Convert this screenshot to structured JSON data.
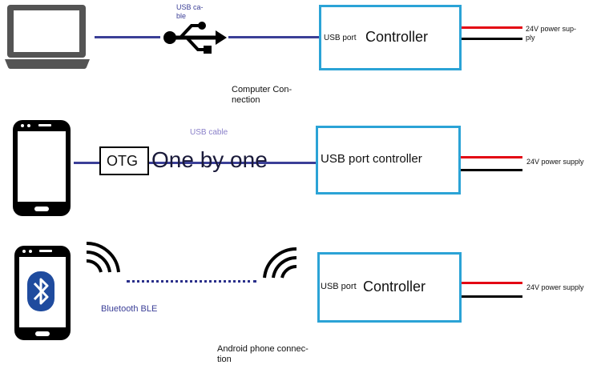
{
  "row1": {
    "cable_label": "USB ca-\nble",
    "port_label": "USB port",
    "controller_label": "Controller",
    "power_label": "24V power sup-\nply",
    "caption": "Computer Con-\nnection"
  },
  "row2": {
    "cable_label": "USB cable",
    "otg_label": "OTG",
    "overlay_text": "One by one",
    "controller_label": "USB port controller",
    "power_label": "24V power supply"
  },
  "row3": {
    "ble_label": "Bluetooth BLE",
    "port_label": "USB port",
    "controller_label": "Controller",
    "power_label": "24V power supply",
    "caption": "Android phone connec-\ntion"
  },
  "icons": {
    "laptop": "laptop-icon",
    "usb": "usb-icon",
    "phone": "smartphone-icon",
    "bluetooth": "bluetooth-icon",
    "wireless": "wireless-signal-icon"
  },
  "colors": {
    "cable": "#3b3f97",
    "controller_border": "#2ba3d6",
    "positive_wire": "#e30613",
    "negative_wire": "#000000"
  }
}
